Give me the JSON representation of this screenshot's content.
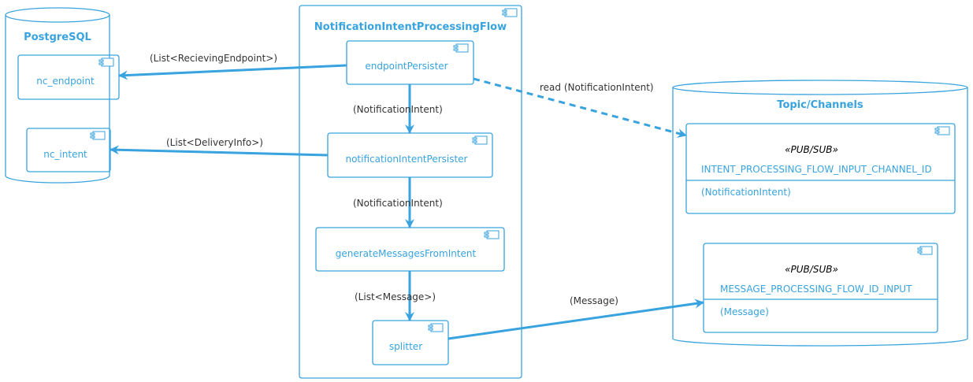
{
  "colors": {
    "accent": "#38a3de",
    "edge_label": "#333333",
    "stereotype": "#000000",
    "background": "#ffffff"
  },
  "databases": [
    {
      "id": "postgres",
      "title": "PostgreSQL",
      "components": [
        "nc_endpoint",
        "nc_intent"
      ]
    },
    {
      "id": "topics",
      "title": "Topic/Channels"
    }
  ],
  "flow": {
    "title": "NotificationIntentProcessingFlow",
    "components": [
      "endpointPersister",
      "notificationIntentPersister",
      "generateMessagesFromIntent",
      "splitter"
    ]
  },
  "channels": [
    {
      "stereotype": "«PUB/SUB»",
      "name": "INTENT_PROCESSING_FLOW_INPUT_CHANNEL_ID",
      "payload": "(NotificationIntent)"
    },
    {
      "stereotype": "«PUB/SUB»",
      "name": "MESSAGE_PROCESSING_FLOW_ID_INPUT",
      "payload": "(Message)"
    }
  ],
  "edge_labels": {
    "endpoint_to_db": "(List<RecievingEndpoint>)",
    "intent_to_db": "(List<DeliveryInfo>)",
    "read_channel": "read (NotificationIntent)",
    "persister_to_intent": "(NotificationIntent)",
    "intent_to_generate": "(NotificationIntent)",
    "generate_to_splitter": "(List<Message>)",
    "splitter_to_channel": "(Message)"
  },
  "icons": {
    "component": "component-icon",
    "arrow": "arrowhead-icon"
  }
}
